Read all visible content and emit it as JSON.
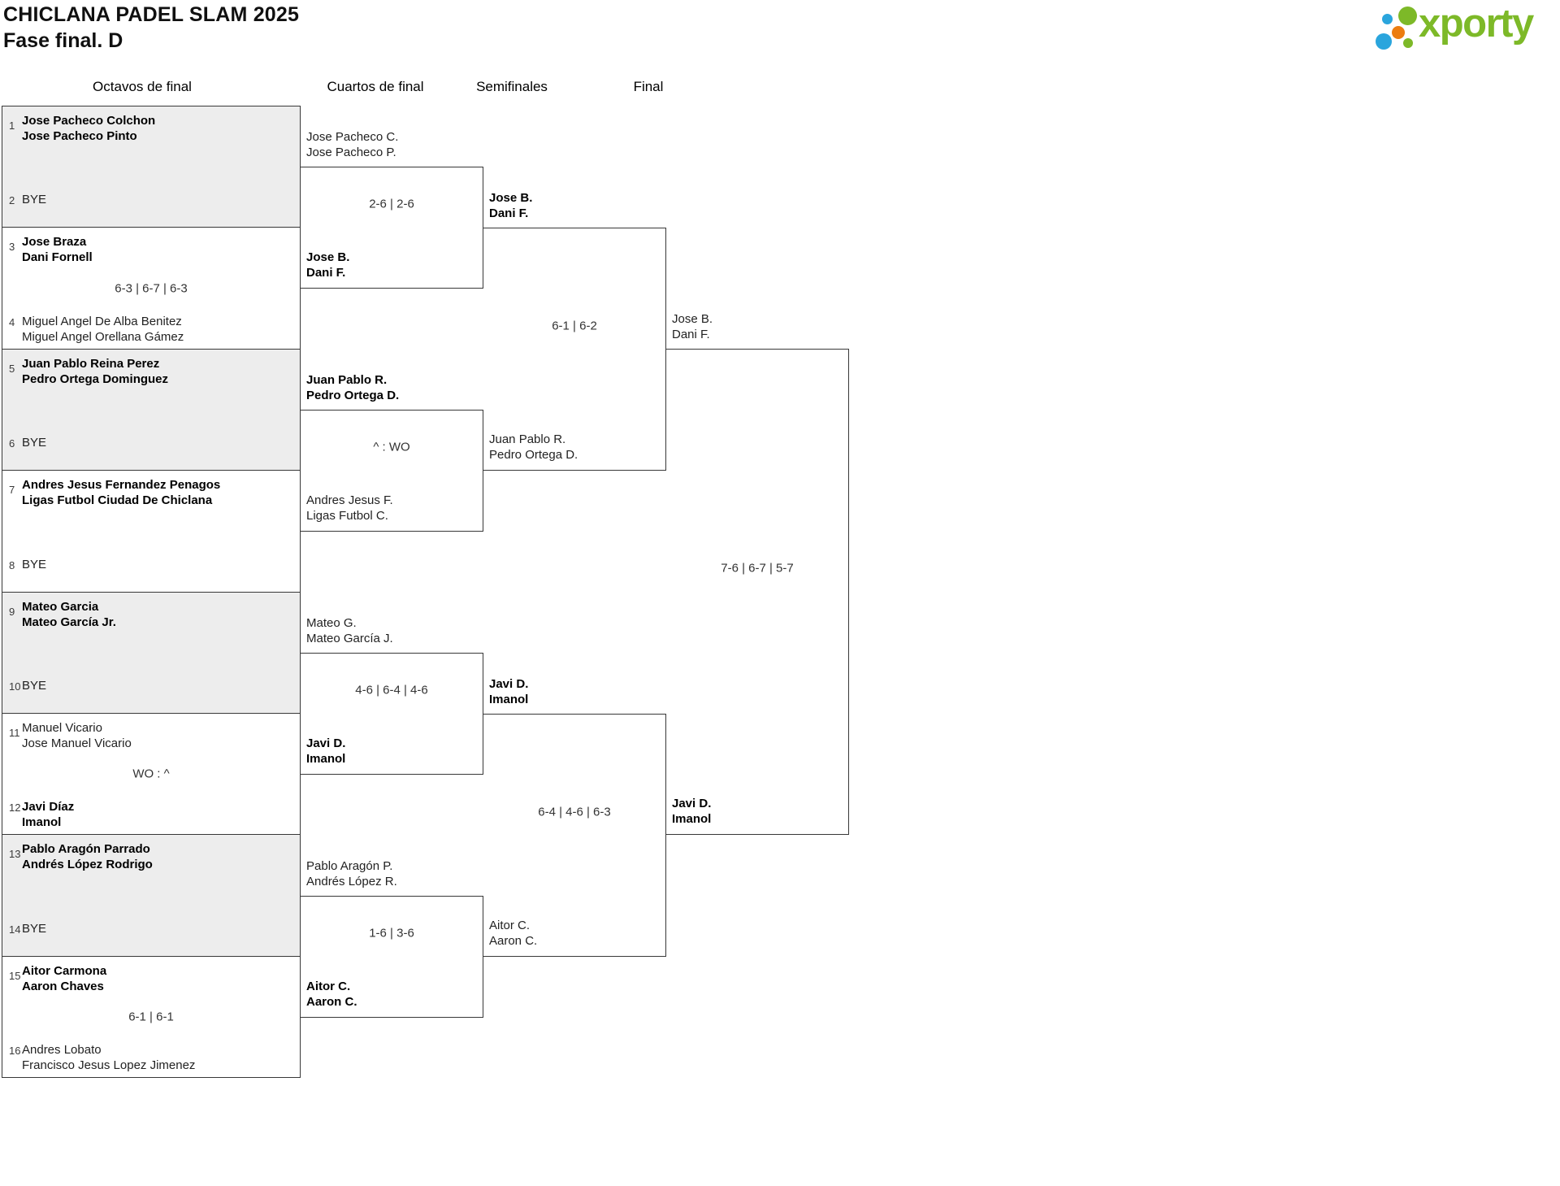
{
  "header": {
    "title": "CHICLANA PADEL SLAM 2025",
    "subtitle": "Fase final. D"
  },
  "logo": {
    "text": "xporty",
    "colors": {
      "green": "#7db928",
      "blue": "#2aa5dd",
      "orange": "#ec7d10"
    }
  },
  "columns": [
    {
      "label": "Octavos de final"
    },
    {
      "label": "Cuartos de final"
    },
    {
      "label": "Semifinales"
    },
    {
      "label": "Final"
    }
  ],
  "r16": [
    {
      "seed1": "1",
      "t1a": "Jose Pacheco Colchon",
      "t1b": "Jose Pacheco Pinto",
      "t1_winner": true,
      "score": "",
      "seed2": "2",
      "t2a": "BYE",
      "t2b": "",
      "t2_winner": false,
      "shaded": true
    },
    {
      "seed1": "3",
      "t1a": "Jose Braza",
      "t1b": "Dani Fornell",
      "t1_winner": true,
      "score": "6-3 | 6-7 | 6-3",
      "seed2": "4",
      "t2a": "Miguel Angel De Alba Benitez",
      "t2b": "Miguel Angel Orellana Gámez",
      "t2_winner": false,
      "shaded": false
    },
    {
      "seed1": "5",
      "t1a": "Juan Pablo Reina Perez",
      "t1b": "Pedro Ortega Dominguez",
      "t1_winner": true,
      "score": "",
      "seed2": "6",
      "t2a": "BYE",
      "t2b": "",
      "t2_winner": false,
      "shaded": true
    },
    {
      "seed1": "7",
      "t1a": "Andres Jesus Fernandez Penagos",
      "t1b": "Ligas Futbol Ciudad De Chiclana",
      "t1_winner": true,
      "score": "",
      "seed2": "8",
      "t2a": "BYE",
      "t2b": "",
      "t2_winner": false,
      "shaded": false
    },
    {
      "seed1": "9",
      "t1a": "Mateo Garcia",
      "t1b": "Mateo García Jr.",
      "t1_winner": true,
      "score": "",
      "seed2": "10",
      "t2a": "BYE",
      "t2b": "",
      "t2_winner": false,
      "shaded": true
    },
    {
      "seed1": "11",
      "t1a": "Manuel Vicario",
      "t1b": "Jose Manuel Vicario",
      "t1_winner": false,
      "score": "WO : ^",
      "seed2": "12",
      "t2a": "Javi Díaz",
      "t2b": "Imanol",
      "t2_winner": true,
      "shaded": false
    },
    {
      "seed1": "13",
      "t1a": "Pablo Aragón Parrado",
      "t1b": "Andrés López Rodrigo",
      "t1_winner": true,
      "score": "",
      "seed2": "14",
      "t2a": "BYE",
      "t2b": "",
      "t2_winner": false,
      "shaded": true
    },
    {
      "seed1": "15",
      "t1a": "Aitor Carmona",
      "t1b": "Aaron Chaves",
      "t1_winner": true,
      "score": "6-1 | 6-1",
      "seed2": "16",
      "t2a": "Andres Lobato",
      "t2b": "Francisco Jesus Lopez Jimenez",
      "t2_winner": false,
      "shaded": false
    }
  ],
  "qf": [
    {
      "top_a": "Jose Pacheco C.",
      "top_b": "Jose Pacheco P.",
      "top_winner": false,
      "score": "2-6 | 2-6",
      "bot_a": "Jose B.",
      "bot_b": "Dani F.",
      "bot_winner": true
    },
    {
      "top_a": "Juan Pablo R.",
      "top_b": "Pedro Ortega D.",
      "top_winner": true,
      "score": "^ : WO",
      "bot_a": "Andres Jesus F.",
      "bot_b": "Ligas Futbol C.",
      "bot_winner": false
    },
    {
      "top_a": "Mateo G.",
      "top_b": "Mateo García J.",
      "top_winner": false,
      "score": "4-6 | 6-4 | 4-6",
      "bot_a": "Javi D.",
      "bot_b": "Imanol",
      "bot_winner": true
    },
    {
      "top_a": "Pablo Aragón P.",
      "top_b": "Andrés López R.",
      "top_winner": false,
      "score": "1-6 | 3-6",
      "bot_a": "Aitor C.",
      "bot_b": "Aaron C.",
      "bot_winner": true
    }
  ],
  "sf": [
    {
      "top_a": "Jose B.",
      "top_b": "Dani F.",
      "top_winner": true,
      "score": "6-1 | 6-2",
      "bot_a": "Juan Pablo R.",
      "bot_b": "Pedro Ortega D.",
      "bot_winner": false
    },
    {
      "top_a": "Javi D.",
      "top_b": "Imanol",
      "top_winner": true,
      "score": "6-4 | 4-6 | 6-3",
      "bot_a": "Aitor C.",
      "bot_b": "Aaron C.",
      "bot_winner": false
    }
  ],
  "final": {
    "top_a": "Jose B.",
    "top_b": "Dani F.",
    "top_winner": false,
    "score": "7-6 | 6-7 | 5-7",
    "bot_a": "Javi D.",
    "bot_b": "Imanol",
    "bot_winner": true
  }
}
